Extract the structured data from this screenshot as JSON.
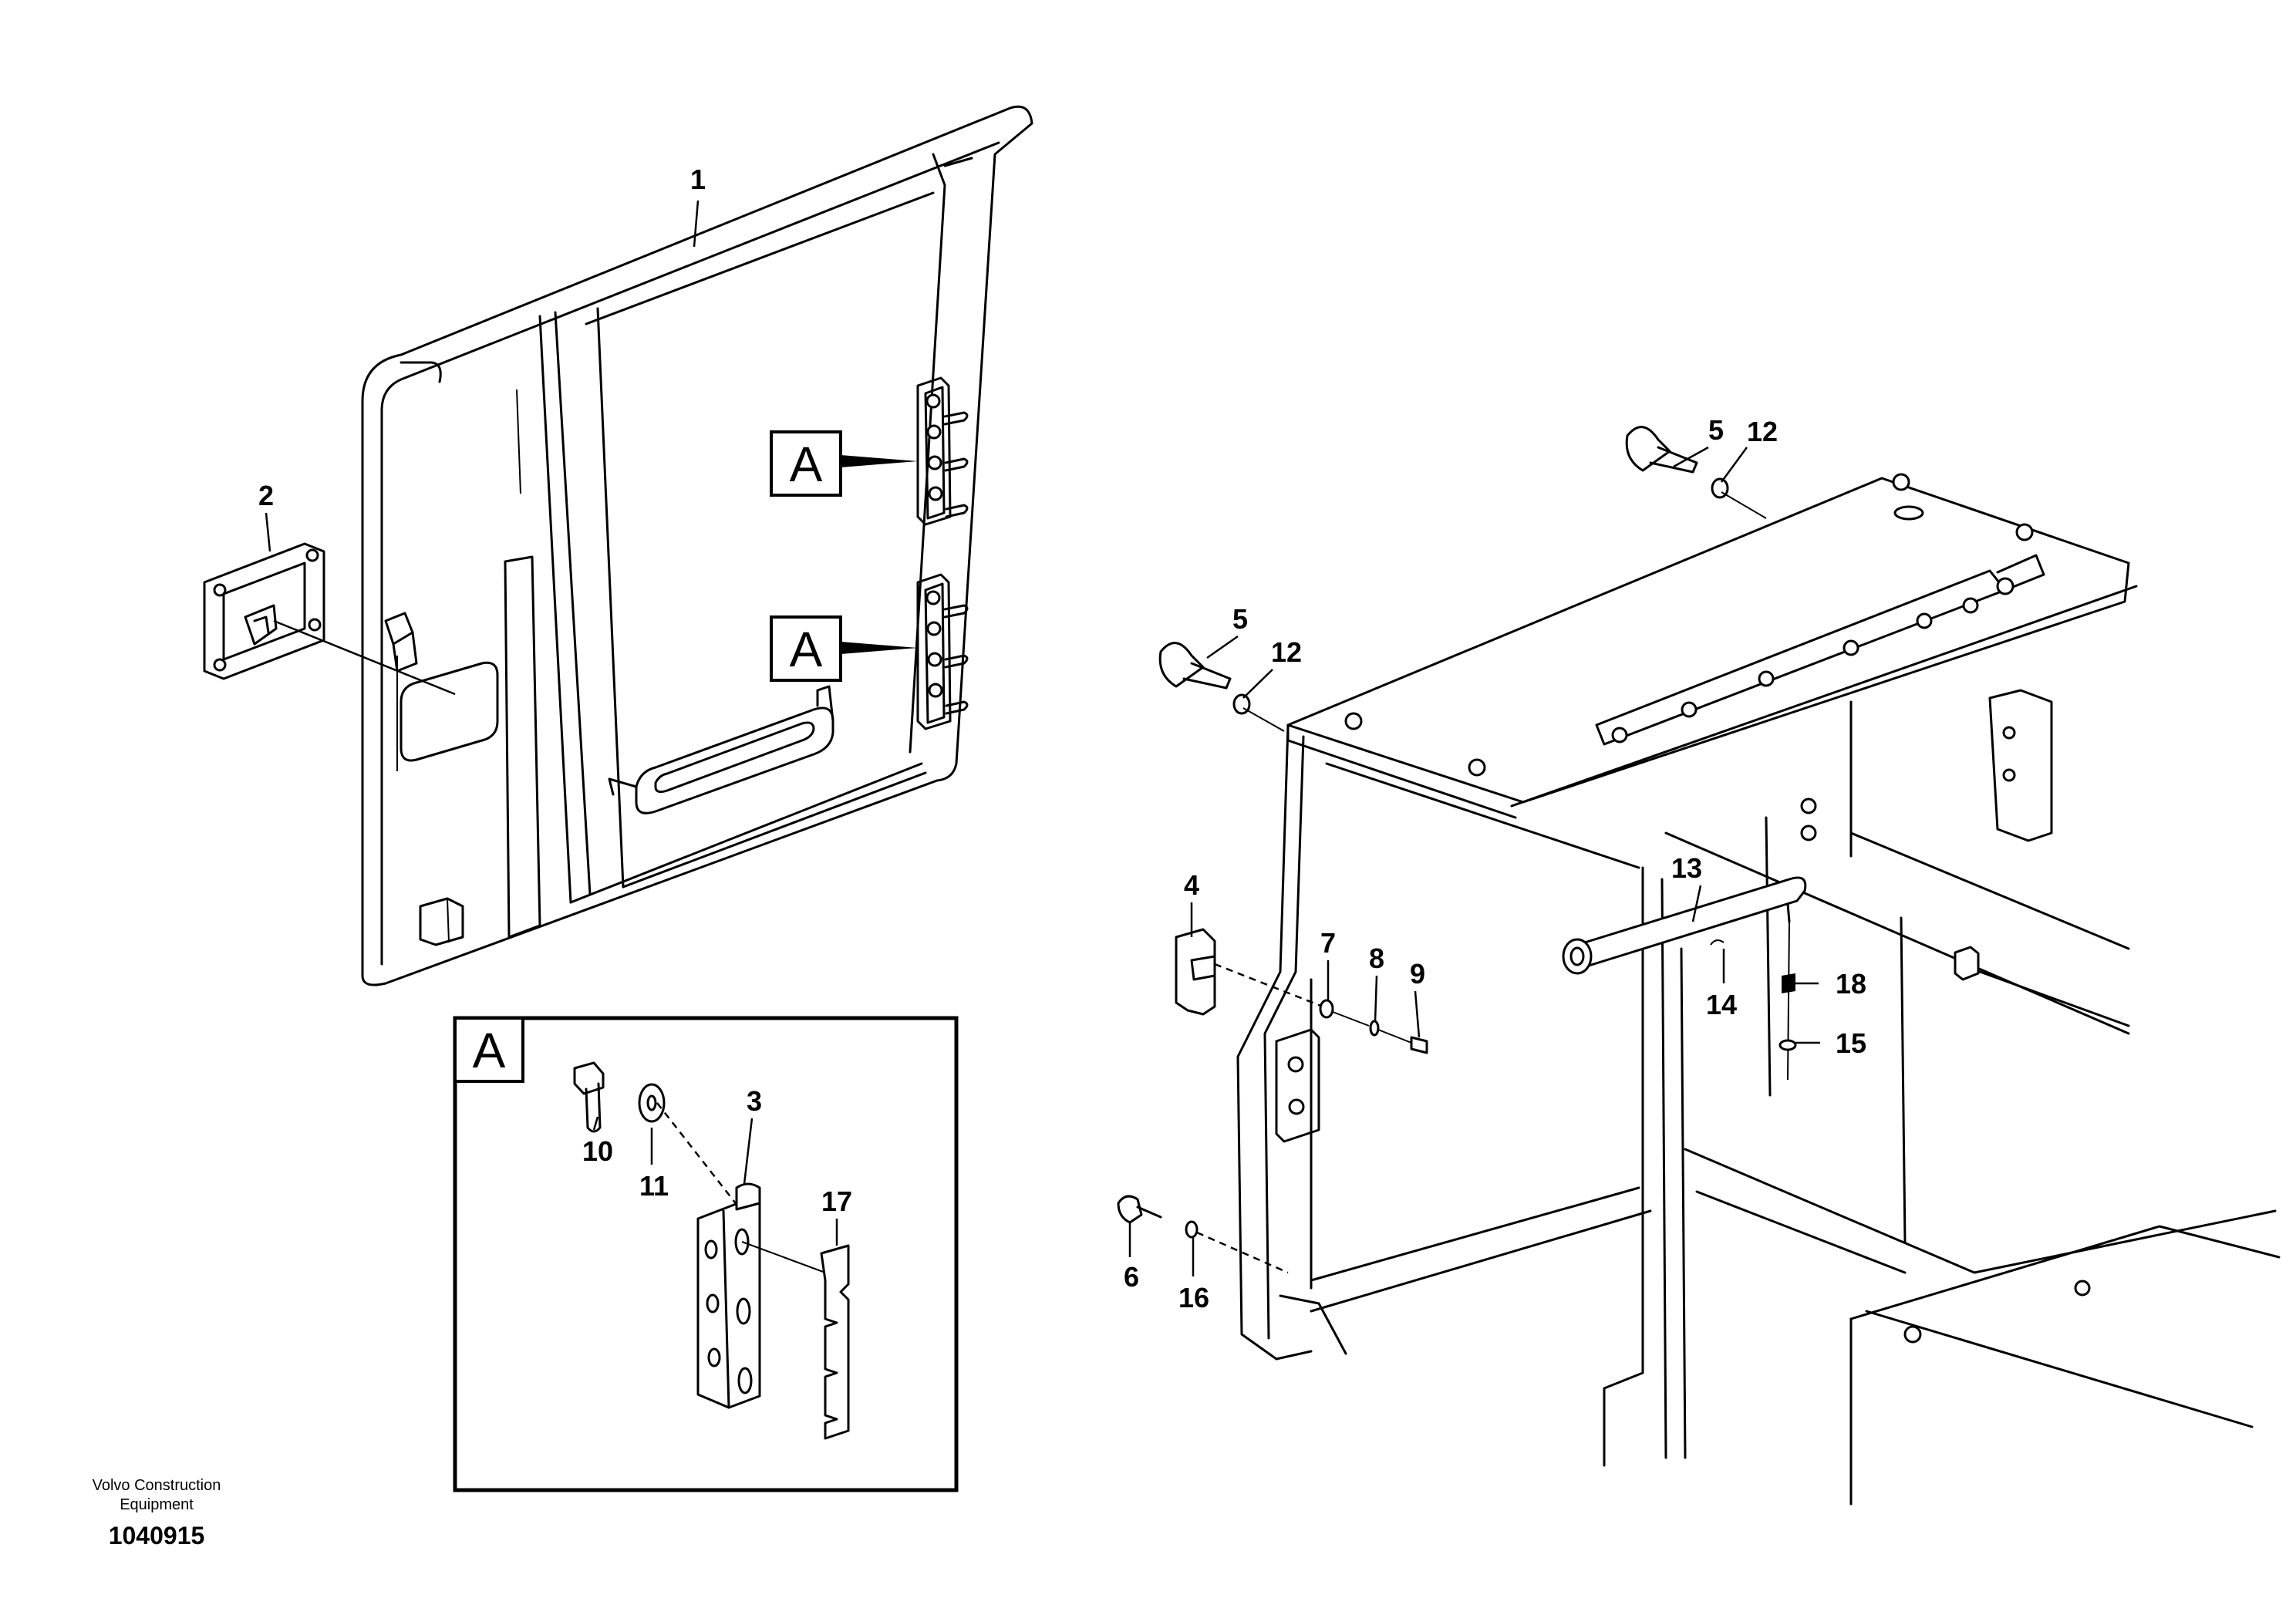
{
  "callouts": {
    "c1": "1",
    "c2": "2",
    "c3": "3",
    "c4": "4",
    "c5a": "5",
    "c5b": "5",
    "c6": "6",
    "c7": "7",
    "c8": "8",
    "c9": "9",
    "c10": "10",
    "c11": "11",
    "c12a": "12",
    "c12b": "12",
    "c13": "13",
    "c14": "14",
    "c15": "15",
    "c16": "16",
    "c17": "17",
    "c18": "18"
  },
  "detail_marker": {
    "top": "A",
    "bottom": "A",
    "inset": "A"
  },
  "footer": {
    "brand_line1": "Volvo Construction",
    "brand_line2": "Equipment",
    "drawing_number": "1040915"
  }
}
